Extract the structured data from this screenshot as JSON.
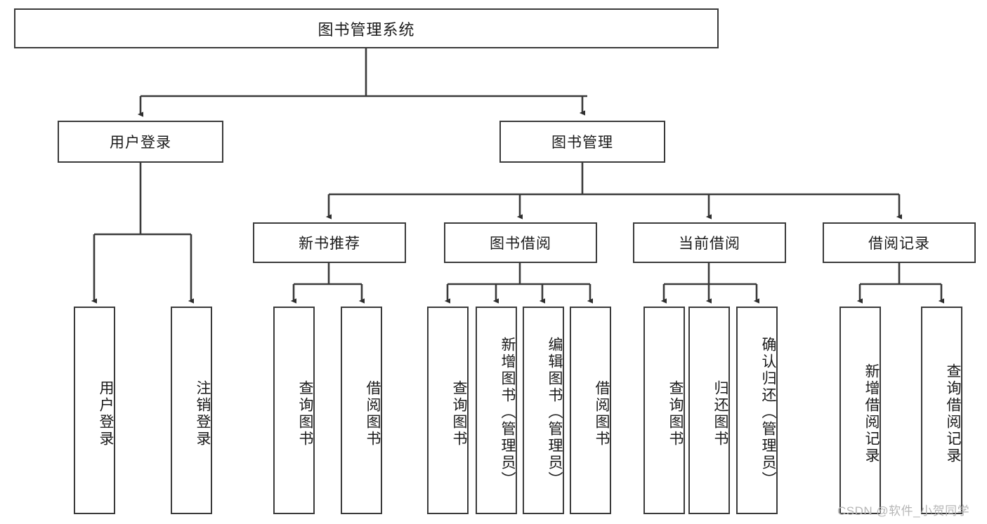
{
  "diagram": {
    "title": "图书管理系统",
    "root": {
      "label": "图书管理系统"
    },
    "level1": [
      {
        "label": "用户登录"
      },
      {
        "label": "图书管理"
      }
    ],
    "level2": [
      {
        "label": "新书推荐"
      },
      {
        "label": "图书借阅"
      },
      {
        "label": "当前借阅"
      },
      {
        "label": "借阅记录"
      }
    ],
    "leaves": {
      "user_login": [
        {
          "label": "用户登录"
        },
        {
          "label": "注销登录"
        }
      ],
      "new_book_recommend": [
        {
          "label": "查询图书"
        },
        {
          "label": "借阅图书"
        }
      ],
      "book_borrow": [
        {
          "label": "查询图书"
        },
        {
          "label": "新增图书（管理员）"
        },
        {
          "label": "编辑图书（管理员）"
        },
        {
          "label": "借阅图书"
        }
      ],
      "current_borrow": [
        {
          "label": "查询图书"
        },
        {
          "label": "归还图书"
        },
        {
          "label": "确认归还（管理员）"
        }
      ],
      "borrow_record": [
        {
          "label": "新增借阅记录"
        },
        {
          "label": "查询借阅记录"
        }
      ]
    }
  },
  "watermark": {
    "text": "CSDN @软件_小贺同学"
  },
  "colors": {
    "background": "#ffffff",
    "border": "#3a3a3a",
    "text": "#1a1a1a",
    "edge": "#3a3a3a",
    "watermark": "#b6b6b6"
  }
}
